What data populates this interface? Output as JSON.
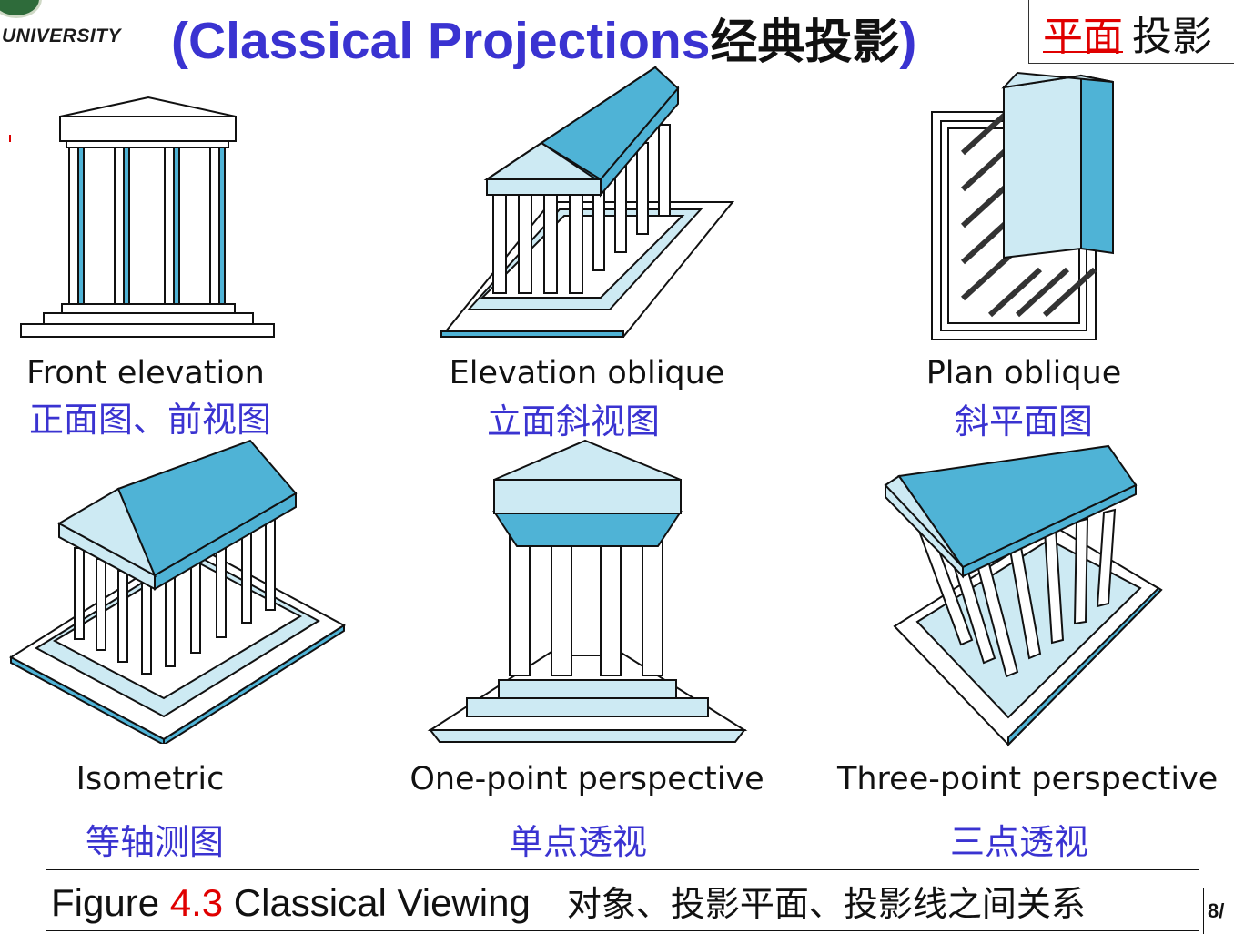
{
  "header": {
    "logo_text": "UNIVERSITY",
    "title_en": "(Classical Projections",
    "title_cn": "经典投影",
    "title_close": ")",
    "tag_red": "平面",
    "tag_black": "投影"
  },
  "figures": [
    {
      "en": "Front elevation",
      "zh": "正面图、前视图",
      "icon": "front-elevation-temple"
    },
    {
      "en": "Elevation oblique",
      "zh": "立面斜视图",
      "icon": "elevation-oblique-temple"
    },
    {
      "en": "Plan oblique",
      "zh": "斜平面图",
      "icon": "plan-oblique-temple"
    },
    {
      "en": "Isometric",
      "zh": "等轴测图",
      "icon": "isometric-temple"
    },
    {
      "en": "One-point perspective",
      "zh": "单点透视",
      "icon": "one-point-perspective-temple"
    },
    {
      "en": "Three-point perspective",
      "zh": "三点透视",
      "icon": "three-point-perspective-temple"
    }
  ],
  "caption": {
    "prefix": "Figure ",
    "number": "4.3",
    "title": " Classical Viewing",
    "cn": "对象、投影平面、投影线之间关系"
  },
  "page": "8/",
  "colors": {
    "title_blue": "#3a33d1",
    "accent_red": "#e00000",
    "roof_blue": "#4fb3d6",
    "light_blue": "#cdeaf3"
  }
}
